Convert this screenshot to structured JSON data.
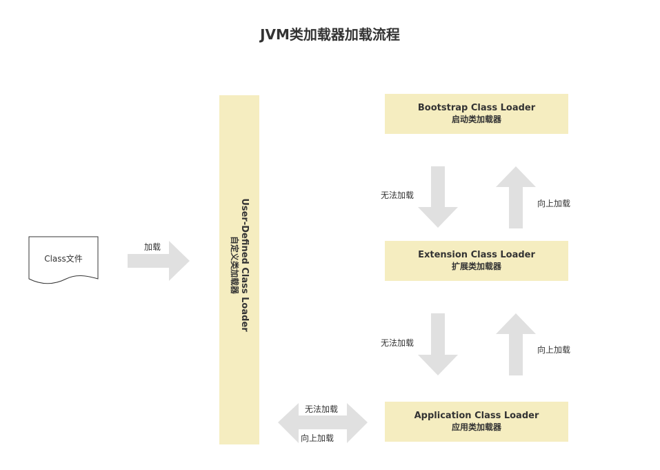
{
  "title": "JVM类加载器加载流程",
  "class_file": {
    "label": "Class文件"
  },
  "load_arrow_label": "加载",
  "user_loader": {
    "en": "User-Defined Class Loader",
    "zh": "自定义类加载器"
  },
  "bootstrap": {
    "en": "Bootstrap Class Loader",
    "zh": "启动类加载器"
  },
  "extension": {
    "en": "Extension Class Loader",
    "zh": "扩展类加载器"
  },
  "application": {
    "en": "Application Class Loader",
    "zh": "应用类加载器"
  },
  "edges": {
    "bootstrap_ext_down": "无法加载",
    "bootstrap_ext_up": "向上加载",
    "ext_app_down": "无法加载",
    "ext_app_up": "向上加载",
    "app_user_top": "无法加载",
    "app_user_bottom": "向上加载"
  },
  "colors": {
    "box_fill": "#f5edc0",
    "arrow_fill": "#e0e0e0",
    "text": "#333333"
  }
}
